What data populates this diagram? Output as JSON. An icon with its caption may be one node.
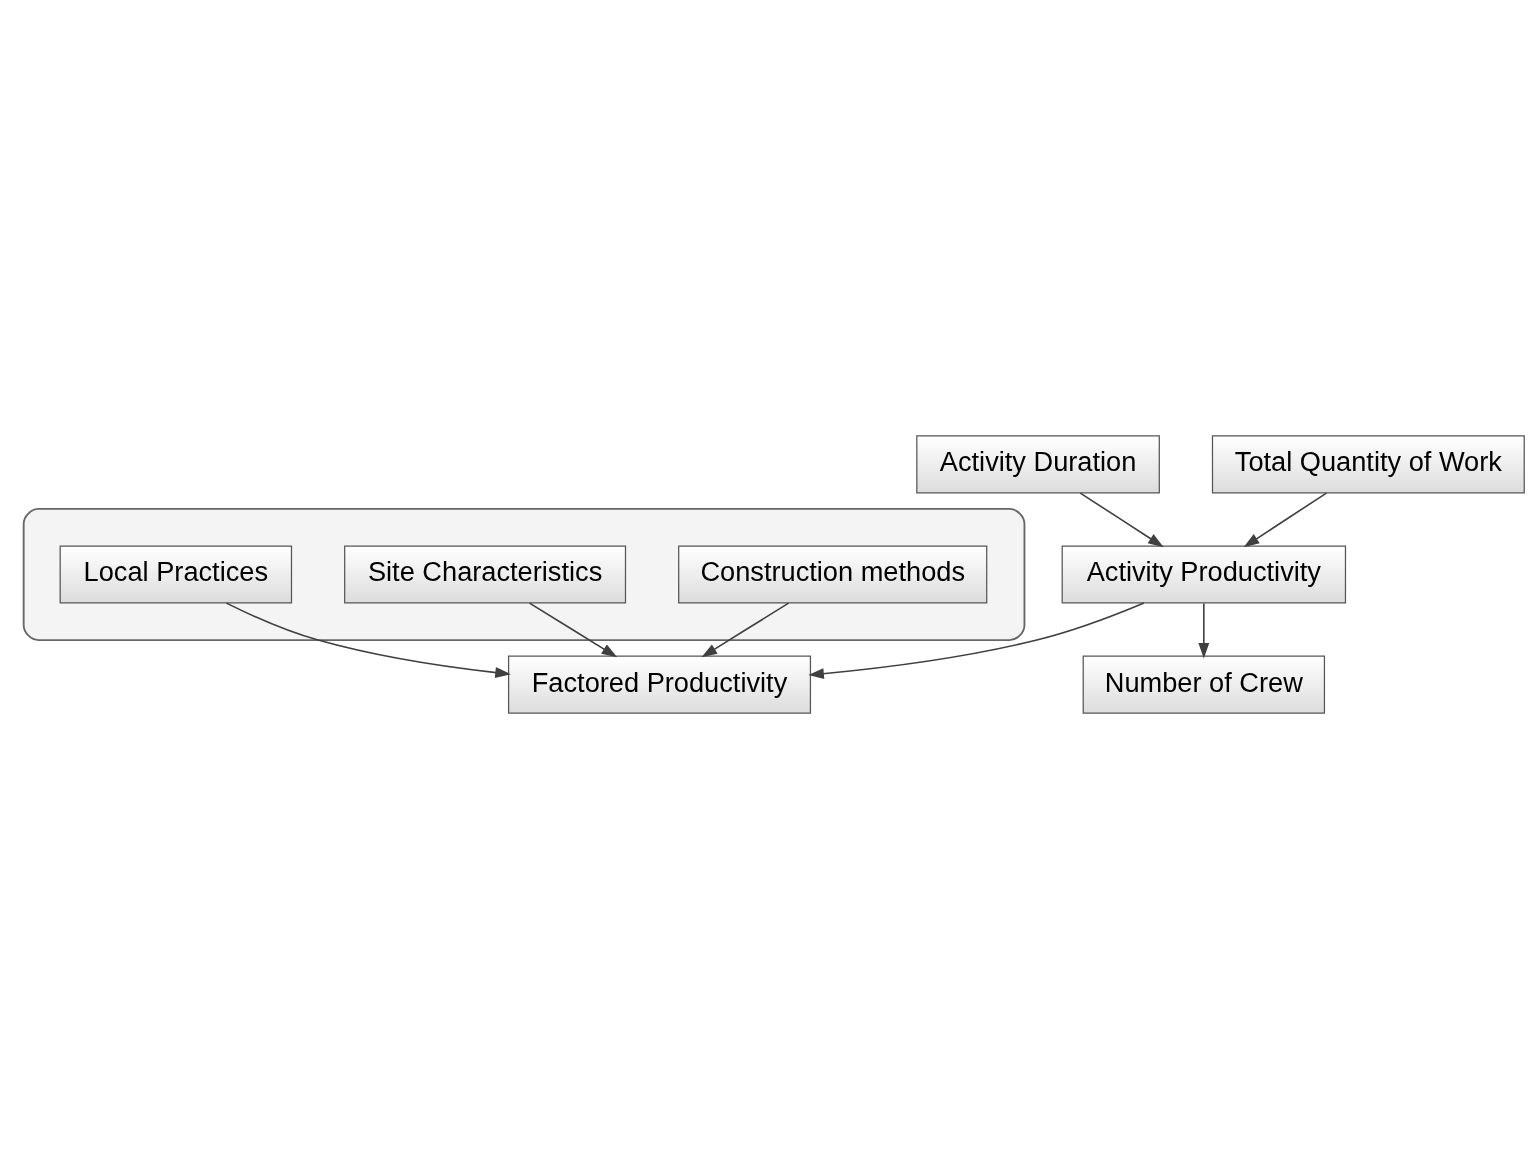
{
  "diagram": {
    "nodes": [
      {
        "text": [
          "Activity Duration"
        ]
      },
      {
        "text": [
          "Total Quantity of Work"
        ]
      },
      {
        "text": [
          "Activity Productivity"
        ]
      },
      {
        "text": [],
        "shape": "ellipse"
      },
      {
        "text": [
          "Construction methods"
        ],
        "in": 3
      },
      {
        "text": [
          "Site Characteristics"
        ],
        "in": 3
      },
      {
        "text": [
          "Local Practices"
        ],
        "in": 3
      },
      {
        "text": [
          "Factored Productivity"
        ]
      },
      {
        "text": [
          "Number of Crew"
        ]
      }
    ],
    "edges": [
      {
        "from": 0,
        "to": 2,
        "arrow": "to"
      },
      {
        "from": 1,
        "to": 2,
        "arrow": "to"
      },
      {
        "from": 2,
        "to": 7,
        "arrow": "to"
      },
      {
        "from": 2,
        "to": 8,
        "arrow": "to"
      },
      {
        "from": 4,
        "to": 7,
        "arrow": "to"
      },
      {
        "from": 5,
        "to": 7,
        "arrow": "to"
      },
      {
        "from": 6,
        "to": 7,
        "arrow": "to"
      }
    ]
  }
}
